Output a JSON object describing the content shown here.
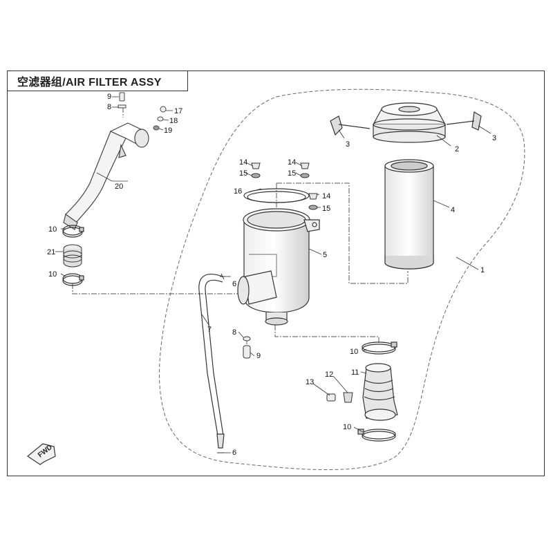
{
  "title": "空滤器组/AIR FILTER ASSY",
  "fwd_label": "FWD",
  "callouts": [
    {
      "id": "c1",
      "label": "1"
    },
    {
      "id": "c2",
      "label": "2"
    },
    {
      "id": "c3a",
      "label": "3"
    },
    {
      "id": "c3b",
      "label": "3"
    },
    {
      "id": "c4",
      "label": "4"
    },
    {
      "id": "c5",
      "label": "5"
    },
    {
      "id": "c6a",
      "label": "6"
    },
    {
      "id": "c6b",
      "label": "6"
    },
    {
      "id": "c7",
      "label": "7"
    },
    {
      "id": "c8a",
      "label": "8"
    },
    {
      "id": "c8b",
      "label": "8"
    },
    {
      "id": "c9a",
      "label": "9"
    },
    {
      "id": "c9b",
      "label": "9"
    },
    {
      "id": "c10a",
      "label": "10"
    },
    {
      "id": "c10b",
      "label": "10"
    },
    {
      "id": "c10c",
      "label": "10"
    },
    {
      "id": "c10d",
      "label": "10"
    },
    {
      "id": "c11",
      "label": "11"
    },
    {
      "id": "c12",
      "label": "12"
    },
    {
      "id": "c13",
      "label": "13"
    },
    {
      "id": "c14a",
      "label": "14"
    },
    {
      "id": "c14b",
      "label": "14"
    },
    {
      "id": "c14c",
      "label": "14"
    },
    {
      "id": "c15a",
      "label": "15"
    },
    {
      "id": "c15b",
      "label": "15"
    },
    {
      "id": "c15c",
      "label": "15"
    },
    {
      "id": "c16",
      "label": "16"
    },
    {
      "id": "c17",
      "label": "17"
    },
    {
      "id": "c18",
      "label": "18"
    },
    {
      "id": "c19",
      "label": "19"
    },
    {
      "id": "c20",
      "label": "20"
    },
    {
      "id": "c21",
      "label": "21"
    }
  ]
}
